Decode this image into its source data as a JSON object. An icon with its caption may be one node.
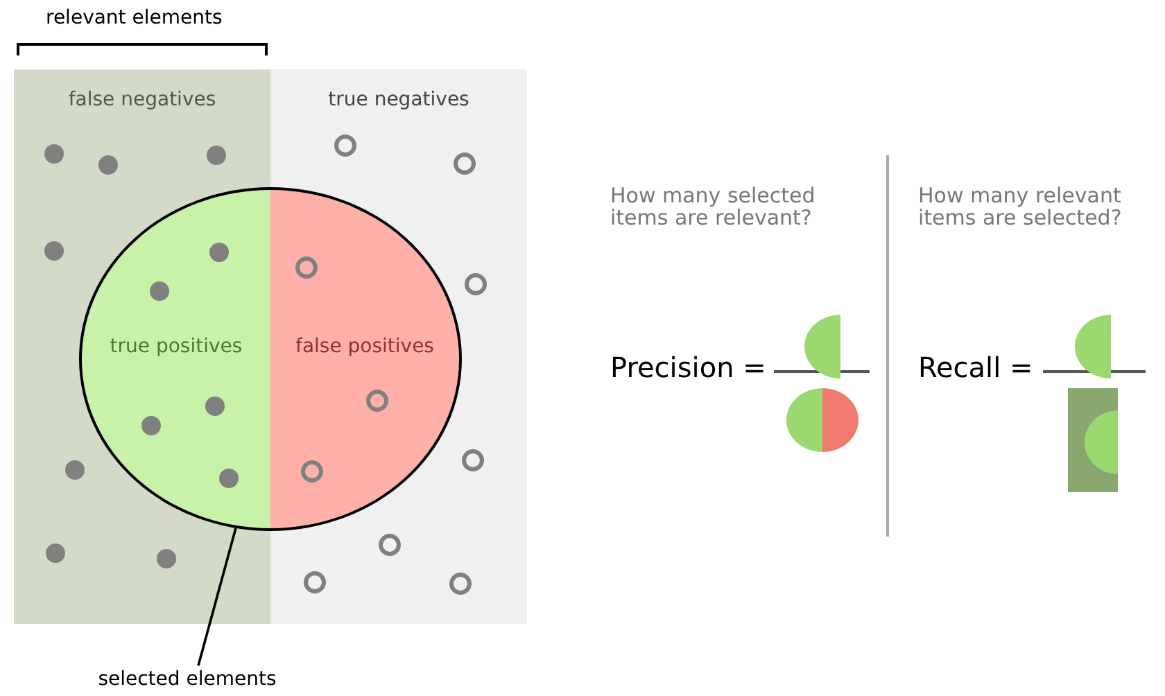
{
  "diagram": {
    "nodes": [
      {
        "text": [
          "false negatives"
        ]
      },
      {
        "text": [
          "true negatives"
        ]
      },
      {
        "text": [],
        "shape": "circle"
      },
      {
        "text": [
          "true positives"
        ]
      },
      {
        "text": [
          "false positives"
        ]
      },
      {
        "text": [
          "selected elements"
        ]
      }
    ],
    "edges": [
      {
        "from": 5,
        "to": 2,
        "arrow": "none"
      }
    ],
    "labels": [
      "relevant elements",
      "How many selected items are relevant?",
      "Precision =",
      "How many relevant items are selected?",
      "Recall ="
    ]
  }
}
